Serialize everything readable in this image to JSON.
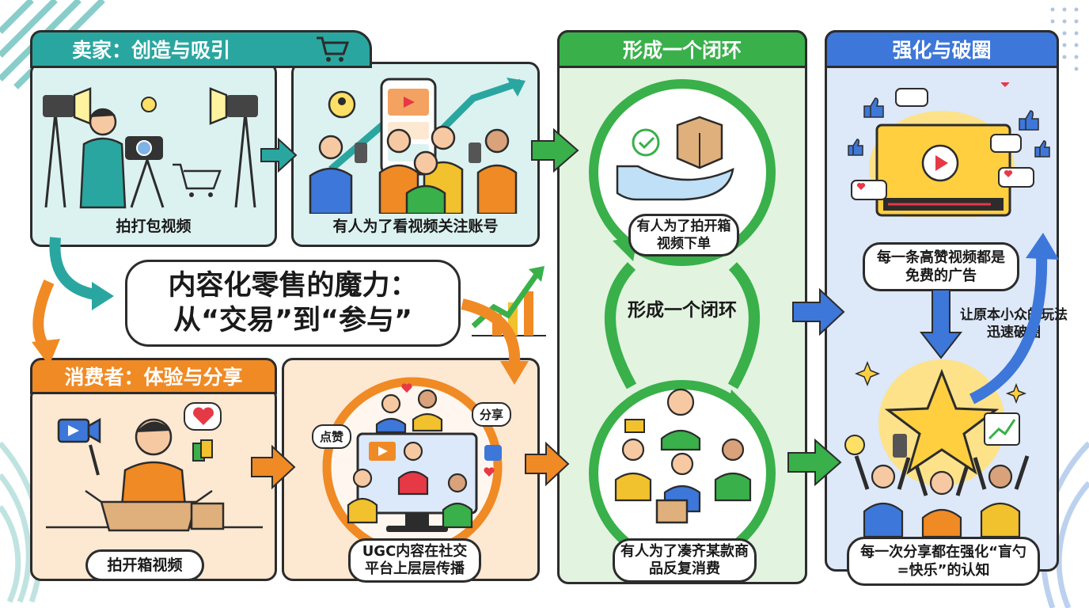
{
  "title": {
    "line1": "内容化零售的魔力：",
    "line2": "从“交易”到“参与”"
  },
  "seller": {
    "header": "卖家：创造与吸引",
    "step1": "拍打包视频",
    "step2": "有人为了看视频关注账号"
  },
  "consumer": {
    "header": "消费者：体验与分享",
    "step1": "拍开箱视频",
    "step2": "UGC内容在社交平台上层层传播",
    "like_tag": "点赞",
    "share_tag": "分享"
  },
  "loop": {
    "header": "形成一个闭环",
    "center": "形成一个闭环",
    "top": "有人为了拍开箱视频下单",
    "bottom": "有人为了凑齐某款商品反复消费"
  },
  "breakout": {
    "header": "强化与破圈",
    "ad": "每一条高赞视频都是免费的广告",
    "spread": "让原本小众的玩法迅速破圈",
    "reinforce": "每一次分享都在强化“盲勺=快乐”的认知"
  },
  "colors": {
    "teal": "#2aa6a0",
    "teal_light": "#dcf2f0",
    "orange": "#f08a24",
    "orange_light": "#fde8d2",
    "green": "#39b04a",
    "green_light": "#e2f3e0",
    "blue": "#3d77d9",
    "blue_light": "#dde8f8"
  }
}
